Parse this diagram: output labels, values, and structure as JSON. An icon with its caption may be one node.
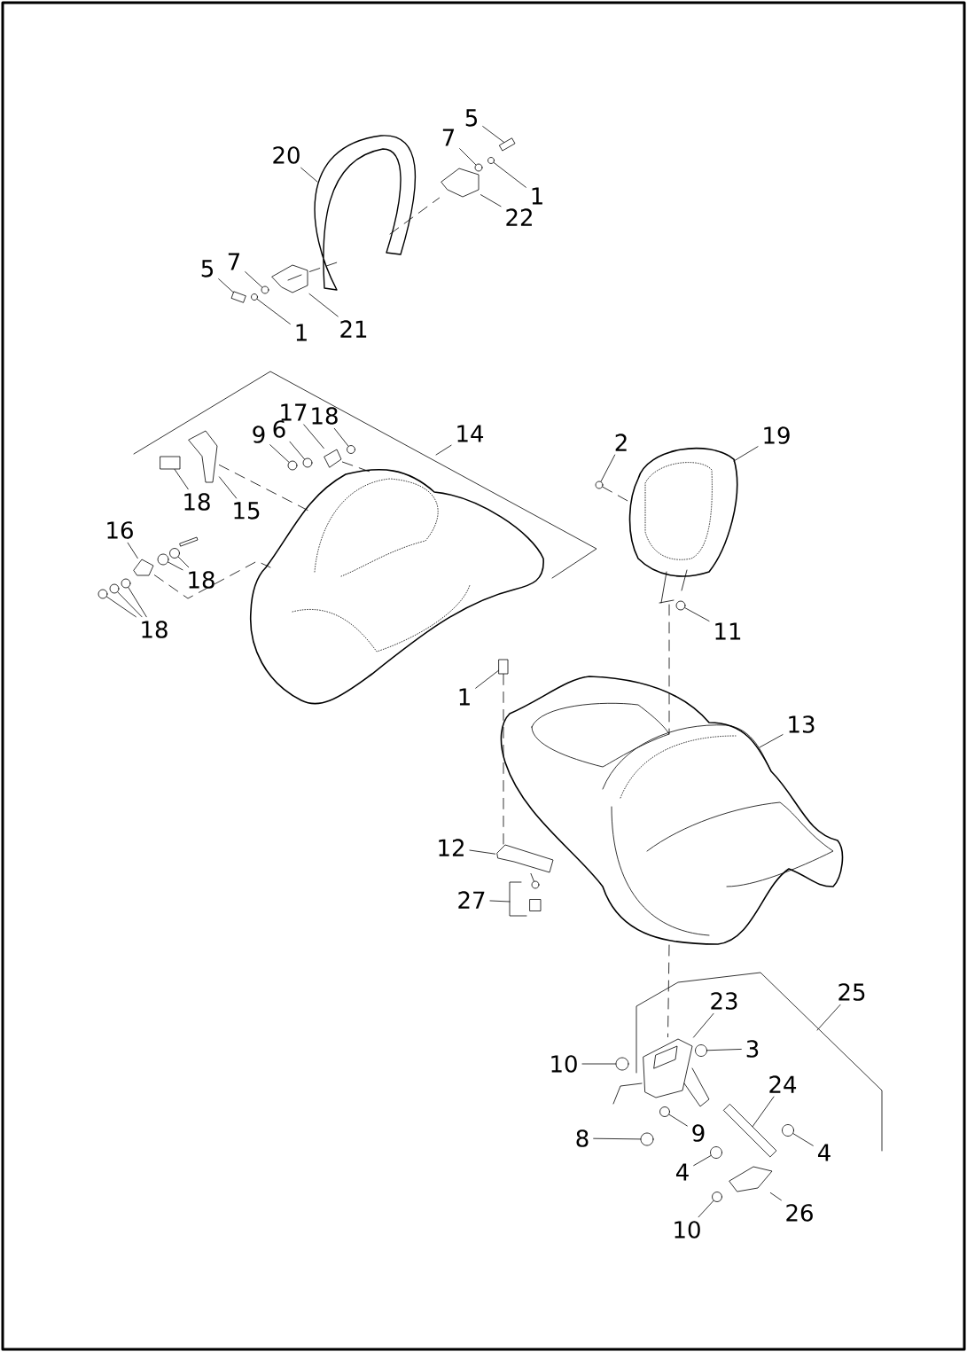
{
  "diagram": {
    "nodes": [
      {
        "text": [
          "5"
        ]
      },
      {
        "text": [
          "7"
        ]
      },
      {
        "text": [
          "1"
        ]
      },
      {
        "text": [
          "20"
        ]
      },
      {
        "text": [
          "22"
        ]
      },
      {
        "text": [
          "5"
        ]
      },
      {
        "text": [
          "7"
        ]
      },
      {
        "text": [
          "1"
        ]
      },
      {
        "text": [
          "21"
        ]
      },
      {
        "text": [
          "14"
        ]
      },
      {
        "text": [
          "17"
        ]
      },
      {
        "text": [
          "18"
        ]
      },
      {
        "text": [
          "9"
        ]
      },
      {
        "text": [
          "6"
        ]
      },
      {
        "text": [
          "18"
        ]
      },
      {
        "text": [
          "15"
        ]
      },
      {
        "text": [
          "16"
        ]
      },
      {
        "text": [
          "18"
        ]
      },
      {
        "text": [
          "18"
        ]
      },
      {
        "text": [
          "2"
        ]
      },
      {
        "text": [
          "19"
        ]
      },
      {
        "text": [
          "11"
        ]
      },
      {
        "text": [
          "1"
        ]
      },
      {
        "text": [
          "13"
        ]
      },
      {
        "text": [
          "12"
        ]
      },
      {
        "text": [
          "27"
        ]
      },
      {
        "text": [
          "25"
        ]
      },
      {
        "text": [
          "23"
        ]
      },
      {
        "text": [
          "3"
        ]
      },
      {
        "text": [
          "10"
        ]
      },
      {
        "text": [
          "24"
        ]
      },
      {
        "text": [
          "8"
        ]
      },
      {
        "text": [
          "9"
        ]
      },
      {
        "text": [
          "4"
        ]
      },
      {
        "text": [
          "4"
        ]
      },
      {
        "text": [
          "26"
        ]
      },
      {
        "text": [
          "10"
        ]
      },
      {
        "text": [],
        "shape": "box"
      },
      {
        "text": [],
        "shape": "circle"
      },
      {
        "text": [],
        "shape": "circle"
      },
      {
        "text": [],
        "shape": "picture"
      },
      {
        "text": [],
        "shape": "box"
      },
      {
        "text": [],
        "shape": "circle"
      },
      {
        "text": [],
        "shape": "circle"
      },
      {
        "text": [],
        "shape": "picture"
      },
      {
        "text": [],
        "shape": "picture"
      },
      {
        "text": [],
        "shape": "circle"
      },
      {
        "text": [],
        "shape": "circle"
      },
      {
        "text": [],
        "shape": "circle"
      },
      {
        "text": [],
        "shape": "box"
      },
      {
        "text": [],
        "shape": "picture"
      },
      {
        "text": [],
        "shape": "picture"
      },
      {
        "text": [],
        "shape": "circle"
      },
      {
        "text": [],
        "shape": "circle"
      },
      {
        "text": [],
        "shape": "circle"
      },
      {
        "text": [],
        "shape": "circle"
      },
      {
        "text": [],
        "shape": "circle"
      },
      {
        "text": [],
        "shape": "circle"
      },
      {
        "text": [],
        "shape": "circle"
      },
      {
        "text": [],
        "shape": "box"
      },
      {
        "text": [],
        "shape": "picture"
      },
      {
        "text": [],
        "shape": "picture"
      },
      {
        "text": [],
        "shape": "circle"
      },
      {
        "text": [],
        "shape": "circle"
      },
      {
        "text": [],
        "shape": "box"
      },
      {
        "text": [],
        "shape": "circle"
      },
      {
        "text": [],
        "shape": "circle"
      },
      {
        "text": [],
        "shape": "circle"
      },
      {
        "text": [],
        "shape": "circle"
      },
      {
        "text": [],
        "shape": "picture"
      },
      {
        "text": [],
        "shape": "circle"
      },
      {
        "text": [],
        "shape": "picture"
      },
      {
        "text": [],
        "shape": "picture"
      },
      {
        "text": [],
        "shape": "picture"
      },
      {
        "text": [],
        "shape": "picture"
      },
      {
        "text": [],
        "shape": "circle"
      },
      {
        "text": [],
        "shape": "box"
      }
    ],
    "edges": [
      {
        "from": 0,
        "to": 37,
        "arrow": "none"
      },
      {
        "from": 1,
        "to": 38,
        "arrow": "none"
      },
      {
        "from": 2,
        "to": 39,
        "arrow": "none"
      },
      {
        "from": 3,
        "to": 71,
        "arrow": "none"
      },
      {
        "from": 4,
        "to": 40,
        "arrow": "none"
      },
      {
        "from": 5,
        "to": 41,
        "arrow": "none"
      },
      {
        "from": 6,
        "to": 42,
        "arrow": "none"
      },
      {
        "from": 7,
        "to": 43,
        "arrow": "none"
      },
      {
        "from": 8,
        "to": 44,
        "arrow": "none"
      },
      {
        "from": 9,
        "to": null,
        "arrow": "none"
      },
      {
        "from": 10,
        "to": 45,
        "arrow": "none"
      },
      {
        "from": 11,
        "to": 46,
        "arrow": "none"
      },
      {
        "from": 12,
        "to": 47,
        "arrow": "none"
      },
      {
        "from": 13,
        "to": 48,
        "arrow": "none"
      },
      {
        "from": 14,
        "to": 49,
        "arrow": "none"
      },
      {
        "from": 15,
        "to": 50,
        "arrow": "none"
      },
      {
        "from": 16,
        "to": 51,
        "arrow": "none"
      },
      {
        "from": 17,
        "to": 52,
        "arrow": "none"
      },
      {
        "from": 17,
        "to": 53,
        "arrow": "none"
      },
      {
        "from": 18,
        "to": 54,
        "arrow": "none"
      },
      {
        "from": 18,
        "to": 55,
        "arrow": "none"
      },
      {
        "from": 18,
        "to": 56,
        "arrow": "none"
      },
      {
        "from": 19,
        "to": 57,
        "arrow": "none"
      },
      {
        "from": 20,
        "to": 73,
        "arrow": "none"
      },
      {
        "from": 21,
        "to": 58,
        "arrow": "none"
      },
      {
        "from": 22,
        "to": 59,
        "arrow": "none"
      },
      {
        "from": 23,
        "to": 74,
        "arrow": "none"
      },
      {
        "from": 24,
        "to": 60,
        "arrow": "none"
      },
      {
        "from": 25,
        "to": null,
        "arrow": "none"
      },
      {
        "from": 26,
        "to": null,
        "arrow": "none"
      },
      {
        "from": 27,
        "to": 61,
        "arrow": "none"
      },
      {
        "from": 28,
        "to": 62,
        "arrow": "none"
      },
      {
        "from": 29,
        "to": 63,
        "arrow": "none"
      },
      {
        "from": 30,
        "to": 64,
        "arrow": "none"
      },
      {
        "from": 31,
        "to": 65,
        "arrow": "none"
      },
      {
        "from": 32,
        "to": 66,
        "arrow": "none"
      },
      {
        "from": 33,
        "to": 67,
        "arrow": "none"
      },
      {
        "from": 34,
        "to": 68,
        "arrow": "none"
      },
      {
        "from": 35,
        "to": 69,
        "arrow": "none"
      },
      {
        "from": 36,
        "to": 70,
        "arrow": "none"
      },
      {
        "from": 71,
        "to": 40,
        "arrow": "none",
        "style": "dashed"
      },
      {
        "from": 44,
        "to": 71,
        "arrow": "none",
        "style": "dashed"
      },
      {
        "from": 50,
        "to": 72,
        "arrow": "none",
        "style": "dashed"
      },
      {
        "from": 45,
        "to": 72,
        "arrow": "none",
        "style": "dashed"
      },
      {
        "from": 51,
        "to": 72,
        "arrow": "none",
        "style": "dashed"
      },
      {
        "from": 57,
        "to": 73,
        "arrow": "none",
        "style": "dashed"
      },
      {
        "from": 73,
        "to": 74,
        "arrow": "none",
        "style": "dashed"
      },
      {
        "from": 74,
        "to": 61,
        "arrow": "none",
        "style": "dashed"
      },
      {
        "from": 59,
        "to": 60,
        "arrow": "none",
        "style": "dashed"
      },
      {
        "from": 60,
        "to": 75,
        "arrow": "none",
        "style": "dashed"
      }
    ]
  }
}
